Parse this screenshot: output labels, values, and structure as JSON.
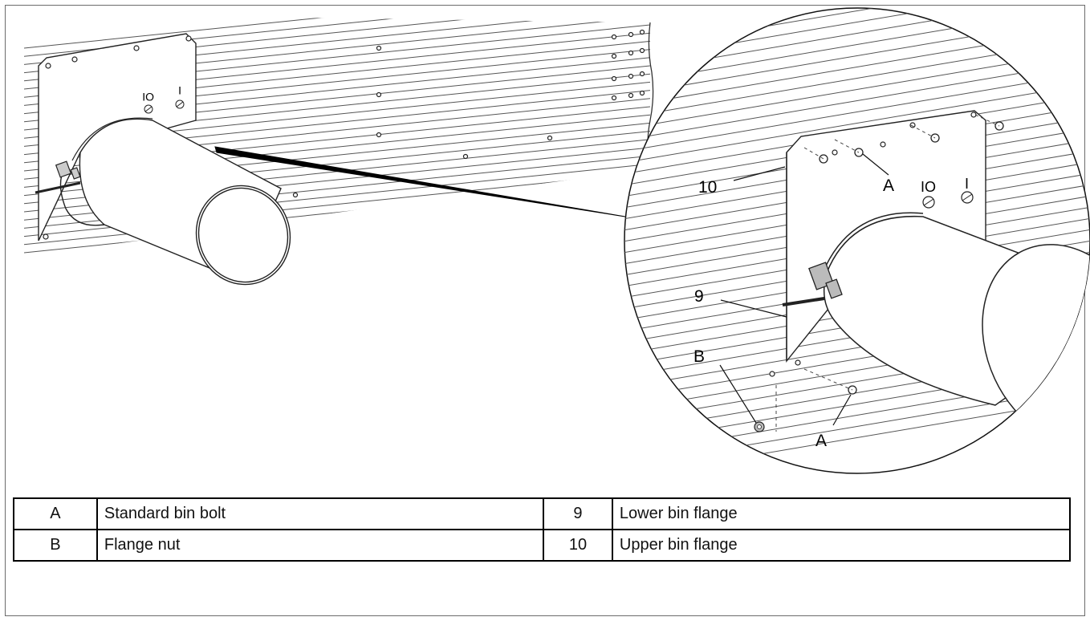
{
  "callouts": {
    "upper_flange": "10",
    "lower_flange": "9",
    "bolt_top": "A",
    "bolt_bottom": "A",
    "nut": "B",
    "mark_01": "OI",
    "mark_1": "I",
    "detail_mark_01": "OI",
    "detail_mark_1": "I"
  },
  "legend": {
    "rows": [
      {
        "key": "A",
        "label": "Standard bin bolt",
        "num": "9",
        "num_label": "Lower bin flange"
      },
      {
        "key": "B",
        "label": "Flange nut",
        "num": "10",
        "num_label": "Upper bin flange"
      }
    ]
  }
}
